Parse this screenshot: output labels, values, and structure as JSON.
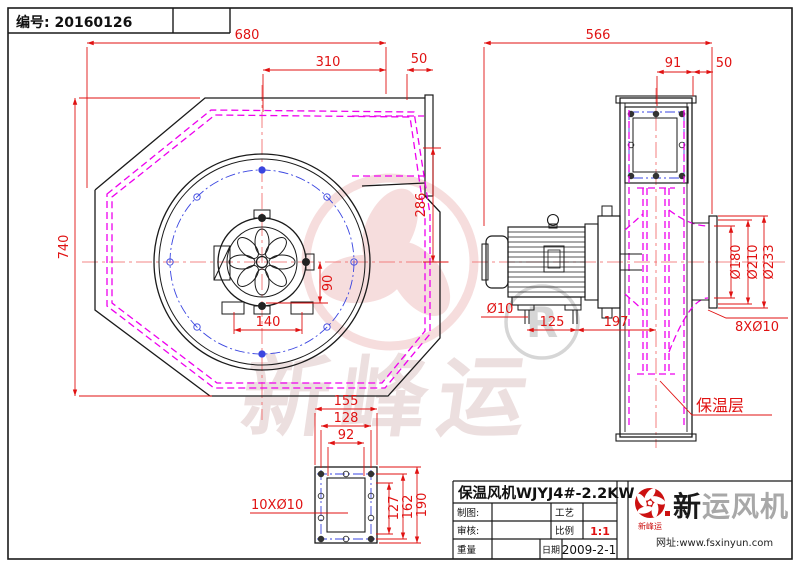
{
  "sheet": {
    "serial": "编号: 20160126",
    "watermark_text": "新峰运",
    "registered_mark": "R"
  },
  "front_view": {
    "dim_total_width": "680",
    "dim_outlet_width": "310",
    "dim_flange": "50",
    "dim_total_height": "740",
    "dim_outlet_height": "286",
    "dim_hub_offset": "90",
    "dim_hub_span": "140"
  },
  "flange_detail": {
    "dim_w1": "155",
    "dim_w2": "128",
    "dim_w3": "92",
    "dim_h1": "127",
    "dim_h2": "162",
    "dim_h3": "190",
    "holes_note": "10XØ10"
  },
  "side_view": {
    "dim_total_width": "566",
    "dim_inlet_offset": "91",
    "dim_flange": "50",
    "dim_bore": "Ø180",
    "dim_bolt_circle": "Ø210",
    "dim_flange_od": "Ø233",
    "bolt_note": "8XØ10",
    "base_hole": "Ø10",
    "dim_base_1": "125",
    "dim_base_2": "197",
    "insulation_label": "保温层"
  },
  "title_block": {
    "product": "保温风机WJYJ4#-2.2KW",
    "drawn_label": "制图:",
    "checked_label": "审核:",
    "weight_label": "重量",
    "process_label": "工艺",
    "scale_label": "比例",
    "date_label": "日期",
    "scale_value": "1:1",
    "date_value": "2009-2-1"
  },
  "logo": {
    "brand_first": "新",
    "brand_rest": "运风机",
    "fan_caption": "新峰运",
    "website": "网址:www.fsxinyun.com"
  },
  "colors": {
    "dimension_red": "#e01212",
    "volute_magenta": "#ee00ee",
    "centerline_blue": "#3a45e0",
    "brand_red": "#cc1111"
  }
}
